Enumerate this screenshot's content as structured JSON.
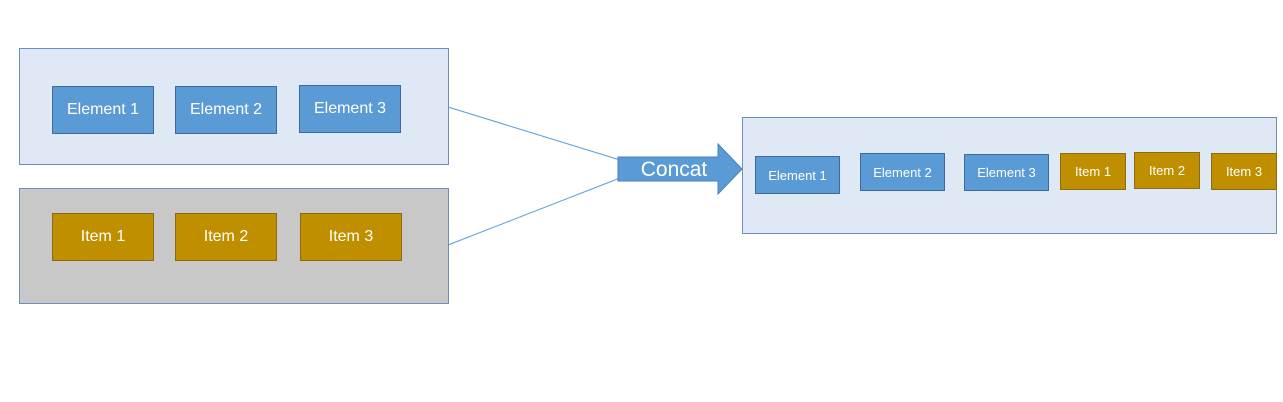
{
  "colors": {
    "panel_blue": "#dfe9f6",
    "panel_gray": "#c8c8c8",
    "element_blue": "#5b9bd5",
    "item_gold": "#bf8f00",
    "connector": "#5b9bd5"
  },
  "source_a": {
    "items": [
      "Element 1",
      "Element 2",
      "Element 3"
    ]
  },
  "source_b": {
    "items": [
      "Item 1",
      "Item 2",
      "Item 3"
    ]
  },
  "operation": {
    "label": "Concat",
    "icon": "right-arrow-icon"
  },
  "result": {
    "items": [
      "Element 1",
      "Element 2",
      "Element 3",
      "Item 1",
      "Item 2",
      "Item 3"
    ]
  }
}
